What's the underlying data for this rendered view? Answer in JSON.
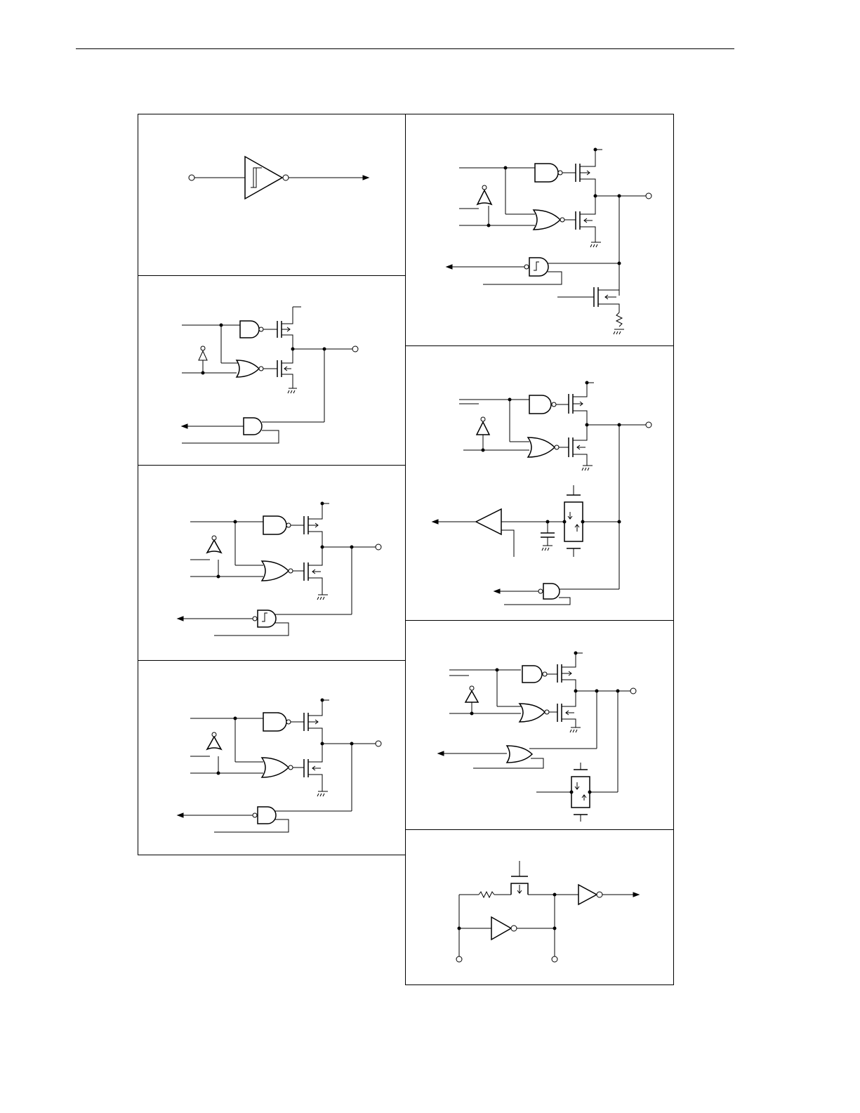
{
  "page": {
    "has_top_rule": true,
    "colors": {
      "ink": "#000000",
      "paper": "#ffffff"
    }
  },
  "panels": [
    {
      "name": "schmitt-input-circuit-panel",
      "content": "schmitt-trigger-inverting-input-buffer"
    },
    {
      "name": "io-port-circuit-panel-1",
      "content": "push-pull-output-with-and-input-buffer"
    },
    {
      "name": "io-port-circuit-panel-2",
      "content": "push-pull-output-with-schmitt-input-buffer"
    },
    {
      "name": "io-port-circuit-panel-3",
      "content": "push-pull-output-with-and-input-buffer"
    },
    {
      "name": "io-port-circuit-panel-4",
      "content": "push-pull-output-with-schmitt-input-and-pull-down"
    },
    {
      "name": "io-port-circuit-panel-5",
      "content": "push-pull-output-with-comparator-input-and-analog-switch"
    },
    {
      "name": "io-port-circuit-panel-6",
      "content": "push-pull-output-with-or-input-and-analog-switch"
    },
    {
      "name": "oscillator-circuit-panel",
      "content": "oscillator-with-feedback-resistor-and-inverter"
    }
  ]
}
